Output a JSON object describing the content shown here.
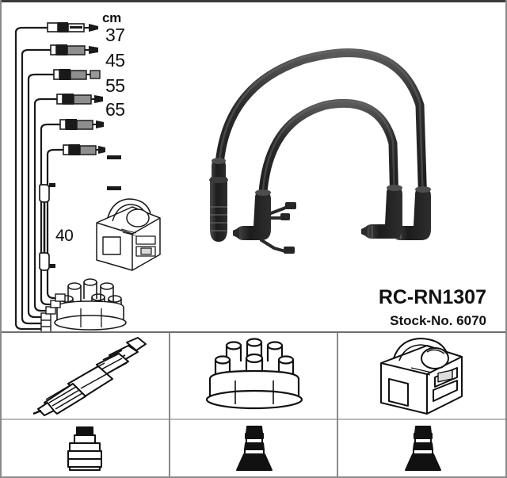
{
  "product": {
    "code": "RC-RN1307",
    "stock_label": "Stock-No. 6070"
  },
  "measurement": {
    "unit_header": "cm",
    "coil_lead_length": "40"
  },
  "cable_list": [
    {
      "index": 1,
      "length": "37",
      "has_numeric_length": true
    },
    {
      "index": 2,
      "length": "45",
      "has_numeric_length": true
    },
    {
      "index": 3,
      "length": "55",
      "has_numeric_length": true
    },
    {
      "index": 4,
      "length": "65",
      "has_numeric_length": true
    },
    {
      "index": 5,
      "length": "—",
      "has_numeric_length": false
    },
    {
      "index": 6,
      "length": "—",
      "has_numeric_length": false
    }
  ],
  "schematic": {
    "distributor_cap_name": "distributor-cap",
    "ignition_coil_name": "ignition-coil",
    "coil_lead_name": "coil-lead-cable"
  },
  "photo_cables": [
    {
      "name": "outer-ignition-cable",
      "left_end": "straight-spark-plug-boot",
      "right_end": "angled-boot"
    },
    {
      "name": "inner-ignition-cable",
      "left_end": "angled-coil-connector",
      "right_end": "angled-boot"
    }
  ],
  "legend_panels": [
    {
      "top_item": "spark-plug",
      "bottom_item": "spark-plug-connector-boot"
    },
    {
      "top_item": "distributor-cap",
      "bottom_item": "distributor-connector-boot"
    },
    {
      "top_item": "ignition-coil",
      "bottom_item": "coil-connector-boot"
    }
  ],
  "colors": {
    "line": "#1a1a1a",
    "frame": "#8a8a8a",
    "cable_body": "#2b2b2b",
    "background": "#ffffff"
  }
}
